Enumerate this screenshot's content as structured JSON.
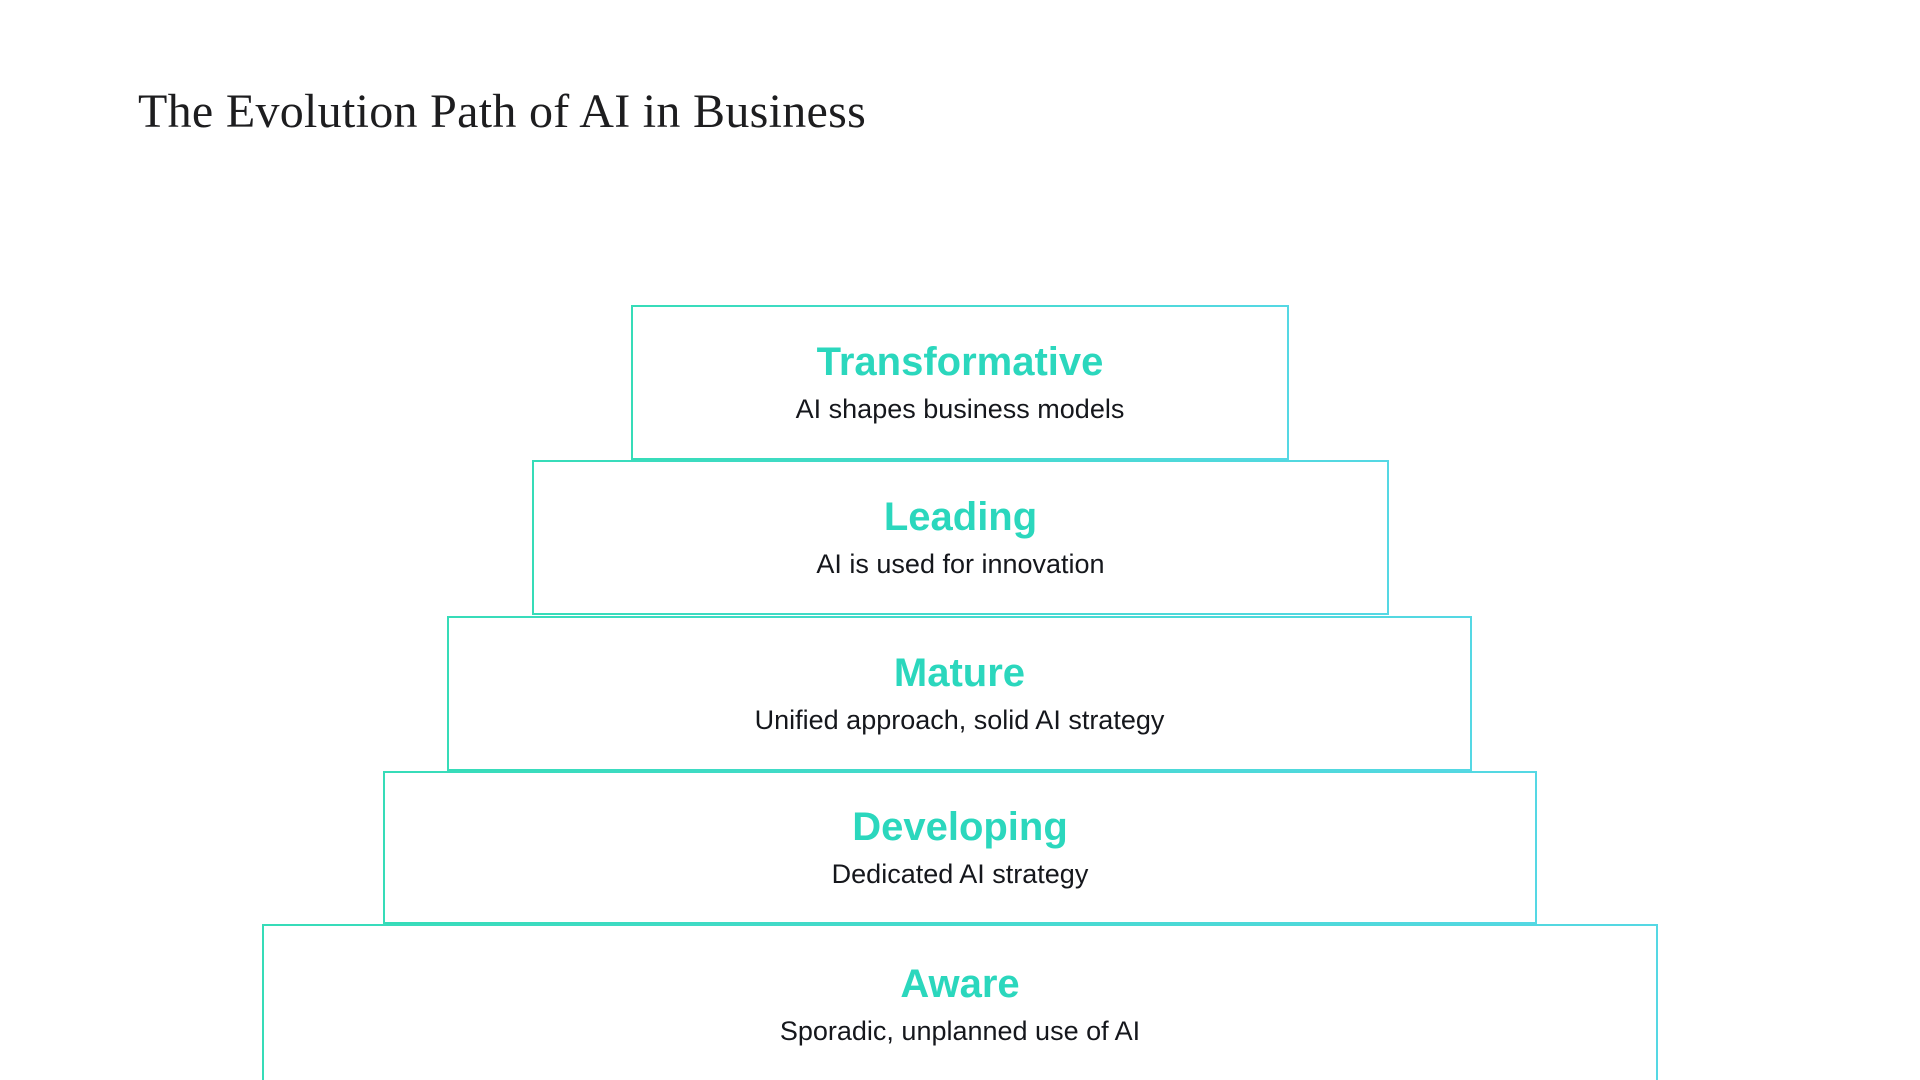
{
  "page": {
    "title": "The Evolution Path of AI in Business",
    "background": "#ffffff"
  },
  "colors": {
    "accent_text": "#2bd7bd",
    "border_start": "#36dcb8",
    "border_end": "#55d8e4",
    "title_text": "#1d1d1f",
    "description_text": "#15171c"
  },
  "pyramid": {
    "type": "pyramid",
    "order": "top-to-bottom",
    "levels": [
      {
        "name": "Transformative",
        "description": "AI shapes business models"
      },
      {
        "name": "Leading",
        "description": "AI is used for innovation"
      },
      {
        "name": "Mature",
        "description": "Unified approach, solid AI strategy"
      },
      {
        "name": "Developing",
        "description": "Dedicated AI strategy"
      },
      {
        "name": "Aware",
        "description": "Sporadic, unplanned use of AI"
      }
    ]
  }
}
